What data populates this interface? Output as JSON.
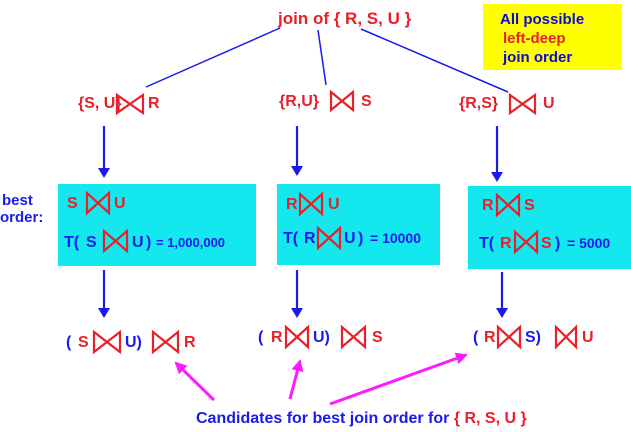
{
  "title": {
    "pre": "join of ",
    "set": "{ R, S, U }"
  },
  "note": [
    "All possible",
    "left-deep",
    "join order"
  ],
  "best_label": [
    "best",
    "order:"
  ],
  "level1": [
    {
      "left": "{S, U}",
      "right": "R"
    },
    {
      "left": "{R,U}",
      "right": "S"
    },
    {
      "left": "{R,S}",
      "right": "U"
    }
  ],
  "boxes": [
    {
      "join_left": "S",
      "join_right": "U",
      "cost_left": "S",
      "cost_right": "U",
      "cost_prefix": "T(",
      "cost_close": ")",
      "cost_value": "= 1,000,000"
    },
    {
      "join_left": "R",
      "join_right": "U",
      "cost_left": "R",
      "cost_right": "U",
      "cost_prefix": "T(",
      "cost_close": ")",
      "cost_value": "= 10000"
    },
    {
      "join_left": "R",
      "join_right": "S",
      "cost_left": "R",
      "cost_right": "S",
      "cost_prefix": "T(",
      "cost_close": ")",
      "cost_value": "= 5000"
    }
  ],
  "candidates": [
    {
      "open": "(",
      "inner_left": "S",
      "inner_right": "U)",
      "outer": "R"
    },
    {
      "open": "(",
      "inner_left": "R",
      "inner_right": "U)",
      "outer": "S"
    },
    {
      "open": "(",
      "inner_left": "R",
      "inner_right": "S)",
      "outer": "U"
    }
  ],
  "footer": {
    "pre": "Candidates for best join order for ",
    "set": "{ R, S, U }"
  },
  "colors": {
    "red": "#e8202a",
    "blue": "#1a1aee",
    "cyan": "#12e8ee",
    "yellow": "#ffff00",
    "magenta": "#ff1aff",
    "navy": "#0b0bd0"
  }
}
